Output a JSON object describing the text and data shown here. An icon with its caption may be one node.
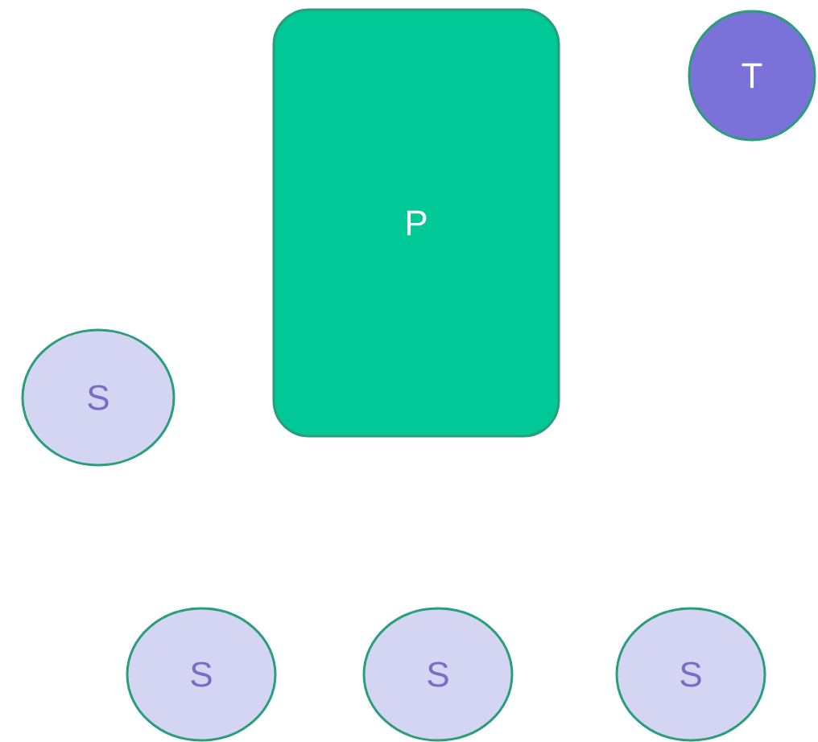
{
  "diagram": {
    "nodes": [
      {
        "text": [
          "P"
        ]
      },
      {
        "text": [
          "T"
        ]
      },
      {
        "text": [
          "S"
        ]
      },
      {
        "text": [
          "S"
        ]
      },
      {
        "text": [
          "S"
        ]
      },
      {
        "text": [
          "S"
        ]
      }
    ]
  }
}
